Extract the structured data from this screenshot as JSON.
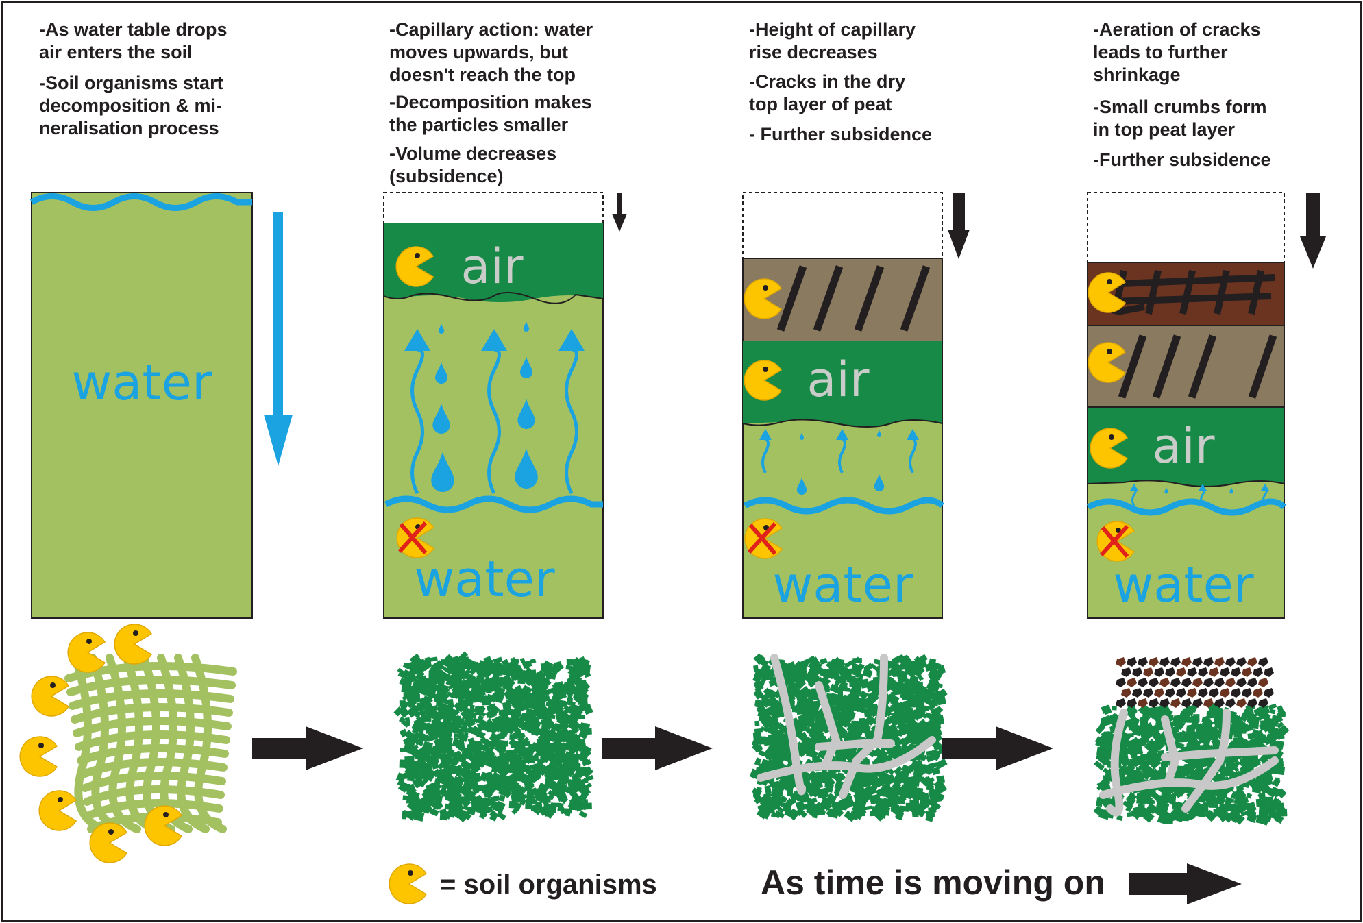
{
  "colors": {
    "water_green": "#a4c162",
    "air_green": "#168a46",
    "water_blue": "#1aa3e0",
    "dry_peat": "#8a7a60",
    "crumb_layer": "#6b3420",
    "organism_yellow": "#fcc500",
    "crack_grey": "#c8c8c8",
    "arrow_dark": "#231f20"
  },
  "panels": [
    {
      "notes": [
        [
          "-As water table drops",
          " air enters the soil"
        ],
        [
          "-Soil organisms start",
          " decomposition & mi-",
          " neralisation process"
        ]
      ],
      "labels": {
        "water": "water"
      }
    },
    {
      "notes": [
        [
          "-Capillary action: water",
          " moves upwards, but",
          " doesn't reach the top"
        ],
        [
          "-Decomposition makes",
          " the particles smaller"
        ],
        [
          "-Volume decreases",
          " (subsidence)"
        ]
      ],
      "labels": {
        "air": "air",
        "water": "water"
      }
    },
    {
      "notes": [
        [
          "-Height of capillary",
          " rise decreases"
        ],
        [
          "-Cracks in the dry",
          " top layer of peat"
        ],
        [
          "- Further subsidence"
        ]
      ],
      "labels": {
        "air": "air",
        "water": "water"
      }
    },
    {
      "notes": [
        [
          "-Aeration of cracks",
          " leads to further",
          " shrinkage"
        ],
        [
          "-Small crumbs form",
          " in top peat layer"
        ],
        [
          "-Further subsidence"
        ]
      ],
      "labels": {
        "air": "air",
        "water": "water"
      }
    }
  ],
  "legend": {
    "text": "= soil organisms",
    "icon": "pacman-organism-icon"
  },
  "time": {
    "text": "As time is moving on"
  }
}
